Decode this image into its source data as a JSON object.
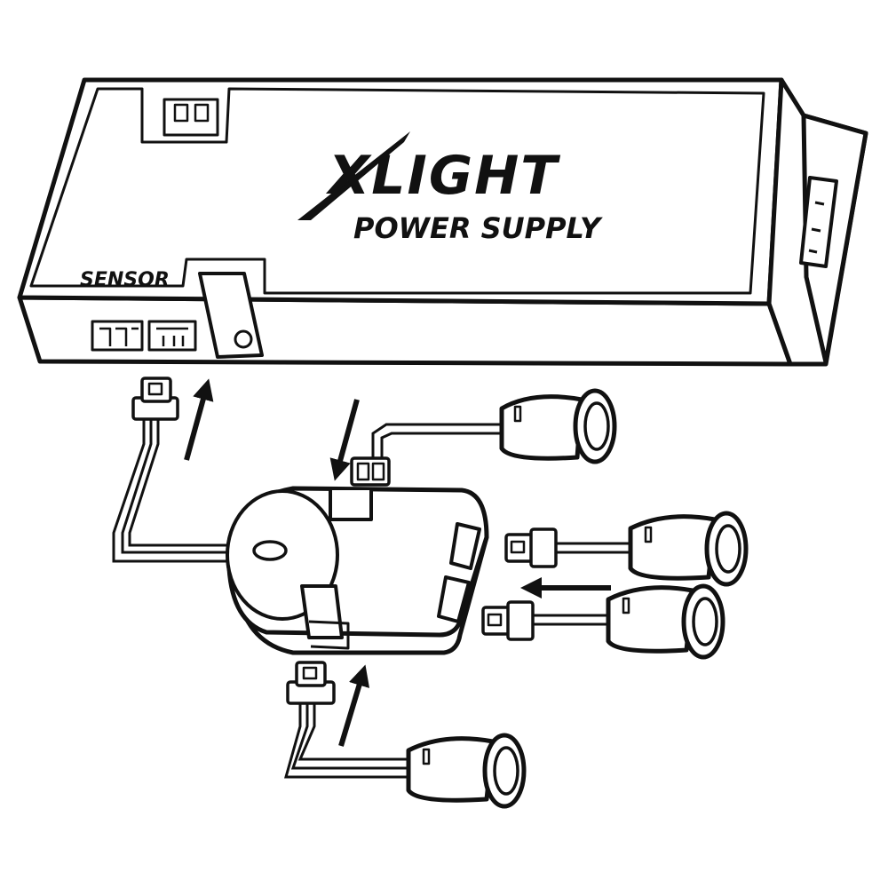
{
  "brand": {
    "logo_text": "XLIGHT",
    "subtitle": "POWER SUPPLY"
  },
  "labels": {
    "sensor": "SENSOR"
  },
  "colors": {
    "ink": "#111111",
    "paper": "#ffffff",
    "sensor_body": "#eeeeee"
  },
  "icons": [
    "arrow-up-icon",
    "arrow-down-icon",
    "arrow-left-icon"
  ]
}
